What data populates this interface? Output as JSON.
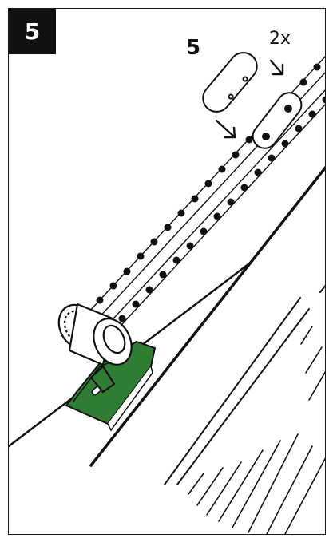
{
  "instruction": {
    "step_number": "5",
    "part_number": "5",
    "quantity": "2x"
  },
  "colors": {
    "line": "#111111",
    "bracket_green": "#2f7d32",
    "background": "#ffffff"
  },
  "icons": [
    "chain-icon",
    "chain-stop-icon",
    "roller-blind-bracket-icon",
    "arrow-icon"
  ]
}
